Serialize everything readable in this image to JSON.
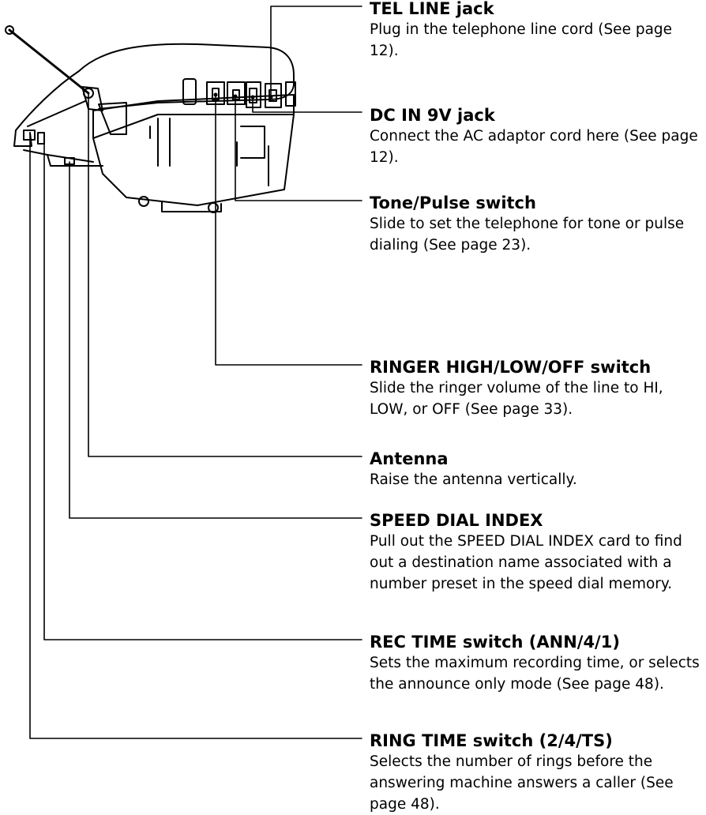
{
  "callouts": [
    {
      "id": "tel-line-jack",
      "title": "TEL LINE jack",
      "description": "Plug in the telephone line cord (See page 12)."
    },
    {
      "id": "dc-in-jack",
      "title": "DC IN 9V jack",
      "description": "Connect the AC adaptor cord here (See page 12)."
    },
    {
      "id": "tone-pulse-switch",
      "title": "Tone/Pulse switch",
      "description": "Slide to set the telephone for tone or pulse dialing (See page 23)."
    },
    {
      "id": "ringer-switch",
      "title": "RINGER HIGH/LOW/OFF switch",
      "description": "Slide the ringer volume of the line to HI, LOW, or OFF (See page 33)."
    },
    {
      "id": "antenna",
      "title": "Antenna",
      "description": "Raise the antenna vertically."
    },
    {
      "id": "speed-dial-index",
      "title": "SPEED DIAL INDEX",
      "description": "Pull out the SPEED DIAL INDEX card to find out a destination name associated with a number preset in the speed dial memory."
    },
    {
      "id": "rec-time-switch",
      "title": "REC TIME switch (ANN/4/1)",
      "description": "Sets the maximum recording time, or selects the announce only mode (See page 48)."
    },
    {
      "id": "ring-time-switch",
      "title": "RING TIME switch (2/4/TS)",
      "description": "Selects the number of rings before the answering machine answers a caller (See page 48)."
    }
  ]
}
